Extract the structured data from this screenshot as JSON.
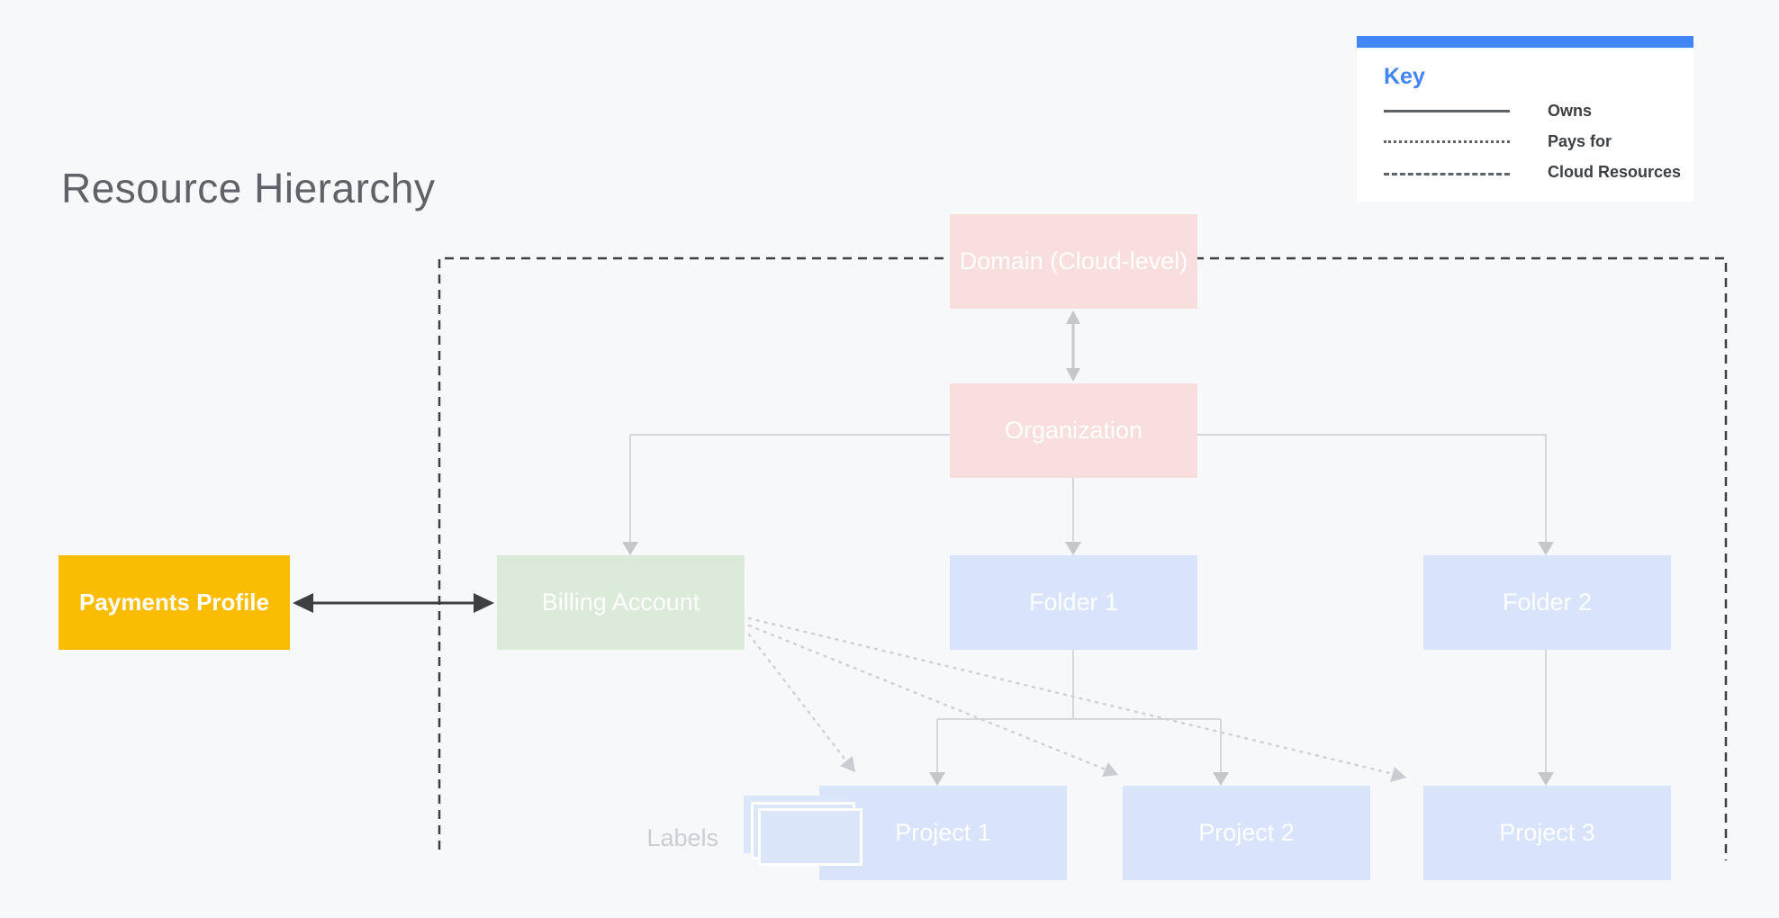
{
  "title": "Resource Hierarchy",
  "legend": {
    "title": "Key",
    "items": [
      {
        "label": "Owns",
        "line_style": "solid"
      },
      {
        "label": "Pays for",
        "line_style": "dotted"
      },
      {
        "label": "Cloud Resources",
        "line_style": "dashed"
      }
    ]
  },
  "nodes": {
    "domain": {
      "label": "Domain (Cloud-level)",
      "color": "#f8dedc"
    },
    "organization": {
      "label": "Organization",
      "color": "#f8dedc"
    },
    "payments_profile": {
      "label": "Payments Profile",
      "color": "#fbbc04"
    },
    "billing_account": {
      "label": "Billing Account",
      "color": "#dcead9"
    },
    "folder_1": {
      "label": "Folder 1",
      "color": "#d9e4fb"
    },
    "folder_2": {
      "label": "Folder 2",
      "color": "#d9e4fb"
    },
    "project_1": {
      "label": "Project 1",
      "color": "#d9e4fb"
    },
    "project_2": {
      "label": "Project 2",
      "color": "#d9e4fb"
    },
    "project_3": {
      "label": "Project 3",
      "color": "#d9e4fb"
    }
  },
  "annotations": {
    "labels_caption": "Labels"
  },
  "relationships": {
    "owns": [
      "Organization→Billing Account",
      "Organization→Folder 1",
      "Organization→Folder 2",
      "Folder 1→Project 1",
      "Folder 1→Project 2",
      "Folder 2→Project 3",
      "Domain↔Organization",
      "Payments Profile↔Billing Account"
    ],
    "pays_for": [
      "Billing Account→Project 1",
      "Billing Account→Project 2",
      "Billing Account→Project 3"
    ]
  },
  "colors": {
    "background": "#f7f8fa",
    "accent_blue": "#4285f4",
    "title_gray": "#5f6368",
    "legend_text": "#3c4043",
    "node_pink": "#f8dedc",
    "node_green": "#dcead9",
    "node_blue": "#d9e4fb",
    "node_yellow": "#fbbc04",
    "connector_light": "#d5d7da",
    "dark_line": "#3c4043"
  }
}
